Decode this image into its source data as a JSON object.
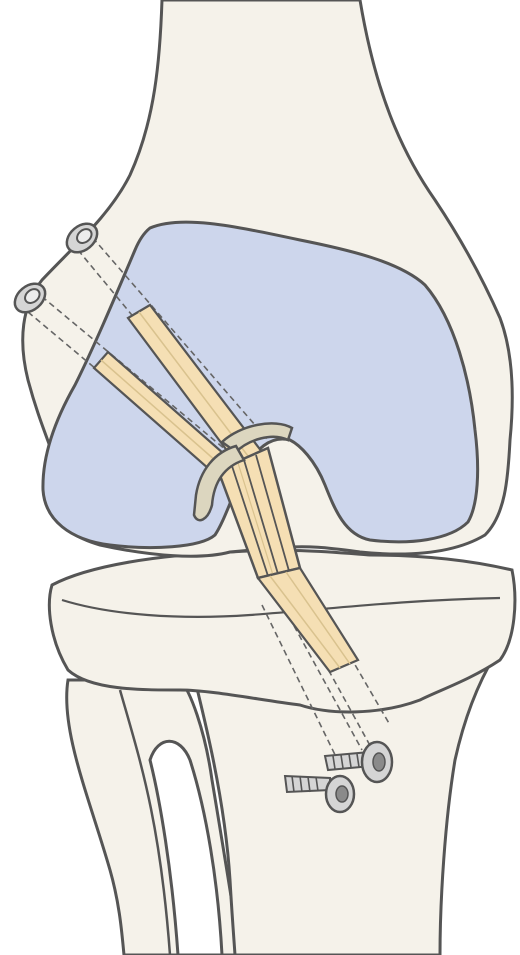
{
  "diagram": {
    "labels": [],
    "colors": {
      "bone_fill": "#f5f2ea",
      "outline": "#555555",
      "cartilage_fill": "#cdd6ec",
      "graft_fill": "#f5dfb4",
      "graft_line": "#d9c28e",
      "ring_fill": "#dcd6bf",
      "hardware_fill": "#d5d5d5",
      "hardware_dark": "#8a8a8a",
      "tunnel_line": "#666666"
    },
    "parts": [
      {
        "name": "femur",
        "icon": "femur-bone-icon"
      },
      {
        "name": "femoral-articular-cartilage",
        "icon": "cartilage-icon"
      },
      {
        "name": "tibia",
        "icon": "tibia-bone-icon"
      },
      {
        "name": "fibula",
        "icon": "fibula-bone-icon"
      },
      {
        "name": "acl-graft-bundles",
        "icon": "tendon-graft-icon"
      },
      {
        "name": "femoral-fixation-buttons",
        "icon": "button-icon"
      },
      {
        "name": "tibial-fixation-screws",
        "icon": "screw-icon"
      }
    ]
  }
}
